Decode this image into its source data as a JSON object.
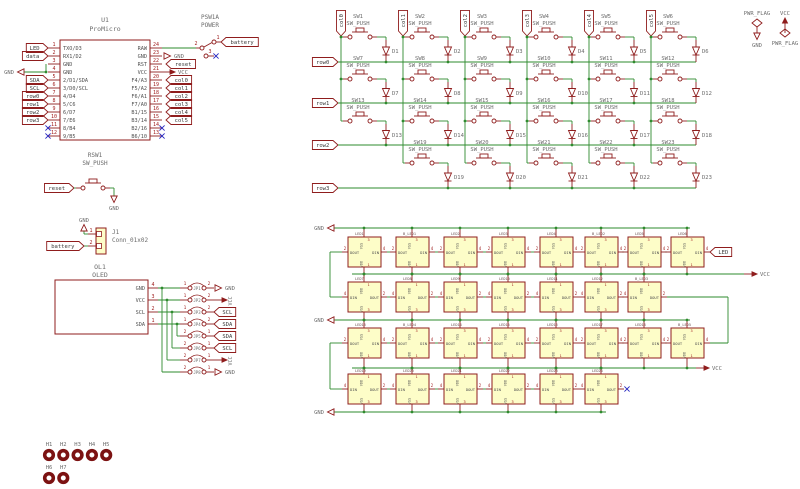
{
  "colors": {
    "outline": "#8f1d1d",
    "wire": "#2e8b2e",
    "pin_number": "#a02020",
    "field_text": "#6b6b6b",
    "pin_name": "#4f4f4f",
    "label_text": "#3a3a3a",
    "component_fill": "#fdfdc8",
    "no_connect": "#2424c0",
    "hole": "#7c1212"
  },
  "promicro": {
    "ref": "U1",
    "value": "ProMicro",
    "left_pins": [
      {
        "num": "1",
        "name": "TXO/D3",
        "conn": "label",
        "label": "LED"
      },
      {
        "num": "2",
        "name": "RX1/D2",
        "conn": "label",
        "label": "data"
      },
      {
        "num": "3",
        "name": "GND",
        "conn": "gnd-join"
      },
      {
        "num": "4",
        "name": "GND",
        "conn": "gnd-join"
      },
      {
        "num": "5",
        "name": "2/D1/SDA",
        "conn": "label",
        "label": "SDA"
      },
      {
        "num": "6",
        "name": "3/D0/SCL",
        "conn": "label",
        "label": "SCL"
      },
      {
        "num": "7",
        "name": "4/D4",
        "conn": "label",
        "label": "row0"
      },
      {
        "num": "8",
        "name": "5/C6",
        "conn": "label",
        "label": "row1"
      },
      {
        "num": "9",
        "name": "6/D7",
        "conn": "label",
        "label": "row2"
      },
      {
        "num": "10",
        "name": "7/E6",
        "conn": "label",
        "label": "row3"
      },
      {
        "num": "11",
        "name": "8/B4",
        "conn": "nc"
      },
      {
        "num": "12",
        "name": "9/B5",
        "conn": "nc"
      }
    ],
    "right_pins": [
      {
        "num": "24",
        "name": "RAW",
        "conn": "switch-wire"
      },
      {
        "num": "23",
        "name": "GND",
        "conn": "gnd"
      },
      {
        "num": "22",
        "name": "RST",
        "conn": "label",
        "label": "reset"
      },
      {
        "num": "21",
        "name": "VCC",
        "conn": "vcc"
      },
      {
        "num": "20",
        "name": "F4/A3",
        "conn": "label",
        "label": "col0"
      },
      {
        "num": "19",
        "name": "F5/A2",
        "conn": "label",
        "label": "col1"
      },
      {
        "num": "18",
        "name": "F6/A1",
        "conn": "label",
        "label": "col2"
      },
      {
        "num": "17",
        "name": "F7/A0",
        "conn": "label",
        "label": "col3"
      },
      {
        "num": "16",
        "name": "B1/15",
        "conn": "label",
        "label": "col4"
      },
      {
        "num": "15",
        "name": "B3/14",
        "conn": "label",
        "label": "col5"
      },
      {
        "num": "14",
        "name": "B2/16",
        "conn": "nc"
      },
      {
        "num": "13",
        "name": "B6/10",
        "conn": "nc"
      }
    ],
    "gnd_text": "GND",
    "vcc_text": "VCC"
  },
  "power_switch": {
    "ref": "PSW1A",
    "value": "POWER",
    "battery_label": "battery",
    "pin_nums": [
      "1",
      "2",
      "3"
    ]
  },
  "reset_switch": {
    "ref": "RSW1",
    "value": "SW_PUSH",
    "label": "reset",
    "gnd_text": "GND"
  },
  "battery_conn": {
    "ref": "J1",
    "value": "Conn_01x02",
    "gnd_text": "GND",
    "battery_label": "battery",
    "pin_nums": [
      "1",
      "2"
    ]
  },
  "oled": {
    "ref": "OL1",
    "value": "OLED",
    "pins": [
      {
        "num": "4",
        "name": "GND"
      },
      {
        "num": "3",
        "name": "VCC"
      },
      {
        "num": "2",
        "name": "SCL"
      },
      {
        "num": "1",
        "name": "SDA"
      }
    ]
  },
  "jumpers": [
    {
      "ref": "JP1",
      "left_num": "1",
      "right_num": "2",
      "target": "GND",
      "target_kind": "gnd"
    },
    {
      "ref": "JP2",
      "left_num": "1",
      "right_num": "2",
      "target": "VCC",
      "target_kind": "vcc-rot"
    },
    {
      "ref": "JP3",
      "left_num": "1",
      "right_num": "2",
      "target": "SCL",
      "target_kind": "label"
    },
    {
      "ref": "JP4",
      "left_num": "1",
      "right_num": "2",
      "target": "SDA",
      "target_kind": "label"
    },
    {
      "ref": "JP5",
      "left_num": "2",
      "right_num": "1",
      "target": "SDA",
      "target_kind": "label"
    },
    {
      "ref": "JP6",
      "left_num": "2",
      "right_num": "1",
      "target": "SCL",
      "target_kind": "label"
    },
    {
      "ref": "JP7",
      "left_num": "2",
      "right_num": "1",
      "target": "VCC",
      "target_kind": "vcc-rot"
    },
    {
      "ref": "JP8",
      "left_num": "2",
      "right_num": "1",
      "target": "GND",
      "target_kind": "gnd"
    }
  ],
  "switch_matrix": {
    "col_labels": [
      "col0",
      "col1",
      "col2",
      "col3",
      "col4",
      "col5"
    ],
    "row_labels": [
      "row0",
      "row1",
      "row2",
      "row3"
    ],
    "switch_value": "SW_PUSH",
    "bands": [
      {
        "start_col": 0,
        "switches": [
          "SW1",
          "SW2",
          "SW3",
          "SW4",
          "SW5",
          "SW6"
        ],
        "diodes": [
          "D1",
          "D2",
          "D3",
          "D4",
          "D5",
          "D6"
        ]
      },
      {
        "start_col": 0,
        "switches": [
          "SW7",
          "SW8",
          "SW9",
          "SW10",
          "SW11",
          "SW12"
        ],
        "diodes": [
          "D7",
          "D8",
          "D9",
          "D10",
          "D11",
          "D12"
        ]
      },
      {
        "start_col": 0,
        "switches": [
          "SW13",
          "SW14",
          "SW15",
          "SW16",
          "SW17",
          "SW18"
        ],
        "diodes": [
          "D13",
          "D14",
          "D15",
          "D16",
          "D17",
          "D18"
        ]
      },
      {
        "start_col": 1,
        "switches": [
          "SW19",
          "SW20",
          "SW21",
          "SW22",
          "SW23"
        ],
        "diodes": [
          "D19",
          "D20",
          "D21",
          "D22",
          "D23"
        ]
      }
    ]
  },
  "led_matrix": {
    "input_label": "LED",
    "gnd_text": "GND",
    "vcc_text": "VCC",
    "pin_names": {
      "dout": "DOUT",
      "din": "DIN",
      "vdd": "VDD",
      "vss": "VSS"
    },
    "pin_nums": {
      "dout": "2",
      "din": "4",
      "vdd": "1",
      "vss": "3"
    },
    "rows": [
      {
        "dir": "rl",
        "refs": [
          "LED1",
          "B_LED1",
          "LED2",
          "LED3",
          "LED4",
          "B_LED2",
          "LED5",
          "LED6"
        ]
      },
      {
        "dir": "lr",
        "refs": [
          "LED7",
          "LED8",
          "LED9",
          "LED10",
          "LED11",
          "LED12",
          "B_LED3"
        ]
      },
      {
        "dir": "rl",
        "refs": [
          "LED13",
          "B_LED4",
          "LED14",
          "LED15",
          "LED16",
          "LED17",
          "LED18",
          "B_LED5"
        ]
      },
      {
        "dir": "lr",
        "refs": [
          "LED19",
          "LED20",
          "LED21",
          "LED22",
          "LED23",
          "LED24"
        ]
      }
    ]
  },
  "pwr_flags": [
    {
      "top": "PWR_FLAG",
      "bottom": "GND"
    },
    {
      "top": "VCC",
      "bottom": "PWR_FLAG"
    }
  ],
  "mounting_holes": {
    "row1": [
      "H1",
      "H2",
      "H3",
      "H4",
      "H5"
    ],
    "row2": [
      "H6",
      "H7"
    ]
  }
}
